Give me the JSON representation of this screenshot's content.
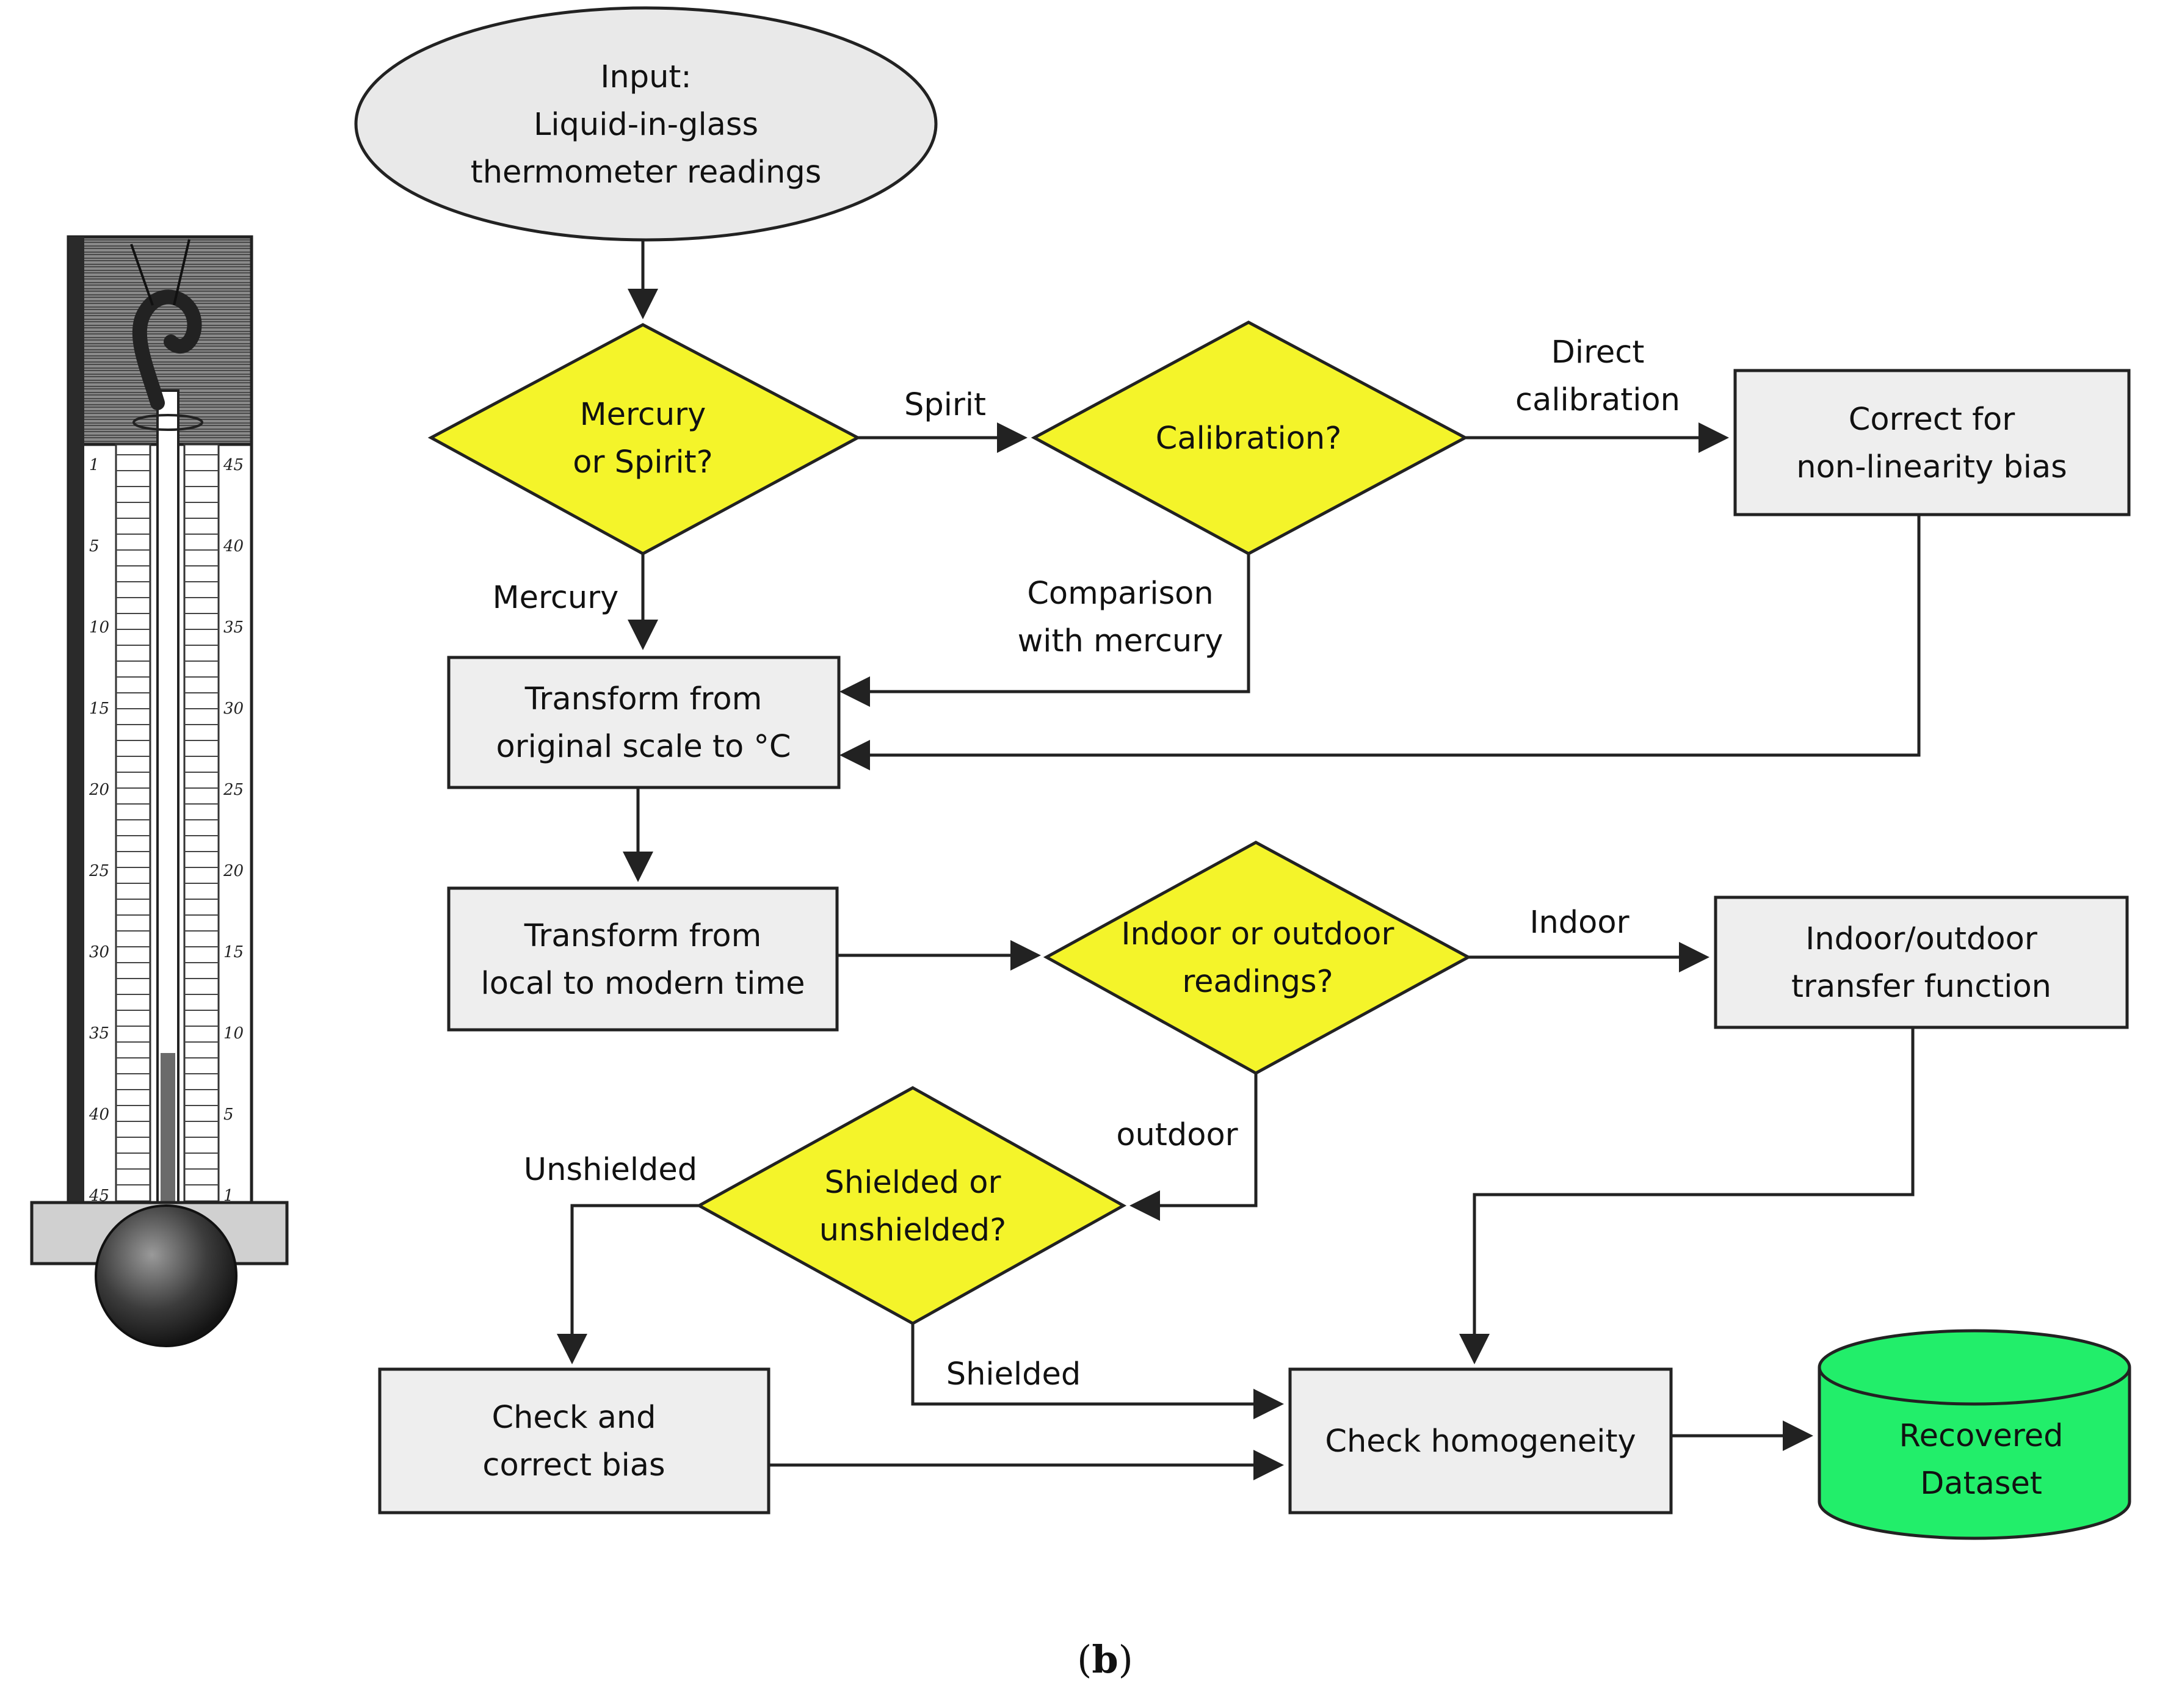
{
  "figure": {
    "caption_open": "(",
    "caption_letter": "b",
    "caption_close": ")"
  },
  "thermometer": {
    "left_scale": [
      "1",
      "5",
      "10",
      "15",
      "20",
      "25",
      "30",
      "35",
      "40",
      "45"
    ],
    "right_scale": [
      "45",
      "40",
      "35",
      "30",
      "25",
      "20",
      "15",
      "10",
      "5",
      "1"
    ]
  },
  "nodes": {
    "input": {
      "lines": [
        "Input:",
        "Liquid-in-glass",
        "thermometer readings"
      ]
    },
    "mercury_or_spirit": {
      "lines": [
        "Mercury",
        "or Spirit?"
      ]
    },
    "calibration": {
      "lines": [
        "Calibration?"
      ]
    },
    "correct_nonlinearity": {
      "lines": [
        "Correct for",
        "non-linearity bias"
      ]
    },
    "transform_scale": {
      "lines": [
        "Transform from",
        "original scale to °C"
      ]
    },
    "transform_time": {
      "lines": [
        "Transform from",
        "local to modern time"
      ]
    },
    "indoor_outdoor": {
      "lines": [
        "Indoor or outdoor",
        "readings?"
      ]
    },
    "transfer_function": {
      "lines": [
        "Indoor/outdoor",
        "transfer function"
      ]
    },
    "shielded": {
      "lines": [
        "Shielded or",
        "unshielded?"
      ]
    },
    "check_bias": {
      "lines": [
        "Check and",
        "correct bias"
      ]
    },
    "homogeneity": {
      "lines": [
        "Check homogeneity"
      ]
    },
    "recovered": {
      "lines": [
        "Recovered",
        "Dataset"
      ]
    }
  },
  "edges": {
    "spirit": {
      "lines": [
        "Spirit"
      ]
    },
    "mercury": {
      "lines": [
        "Mercury"
      ]
    },
    "direct_calibration": {
      "lines": [
        "Direct",
        "calibration"
      ]
    },
    "comparison": {
      "lines": [
        "Comparison",
        "with mercury"
      ]
    },
    "indoor": {
      "lines": [
        "Indoor"
      ]
    },
    "outdoor": {
      "lines": [
        "outdoor"
      ]
    },
    "unshielded": {
      "lines": [
        "Unshielded"
      ]
    },
    "shielded": {
      "lines": [
        "Shielded"
      ]
    }
  },
  "colors": {
    "process_fill": "#eeeeee",
    "decision_fill": "#f4f42a",
    "terminal_fill": "#e9e9e9",
    "database_fill": "#22ee6a",
    "stroke": "#222222"
  }
}
